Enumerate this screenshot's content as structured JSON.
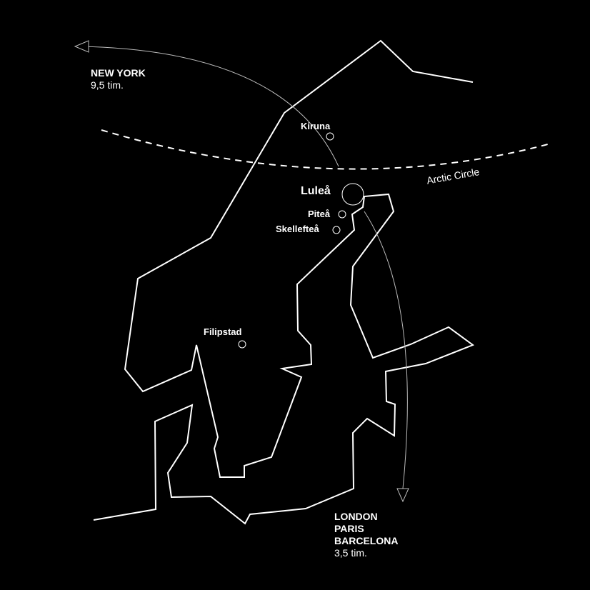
{
  "cities": {
    "kiruna": "Kiruna",
    "lulea": "Luleå",
    "pitea": "Piteå",
    "skelleftea": "Skellefteå",
    "filipstad": "Filipstad"
  },
  "arctic_circle_label": "Arctic Circle",
  "routes": {
    "west": {
      "destinations": [
        "NEW YORK"
      ],
      "duration": "9,5 tim."
    },
    "south": {
      "destinations": [
        "LONDON",
        "PARIS",
        "BARCELONA"
      ],
      "duration": "3,5 tim."
    }
  },
  "colors": {
    "background": "#000000",
    "lines": "#ffffff",
    "route": "#bbbbbb"
  }
}
